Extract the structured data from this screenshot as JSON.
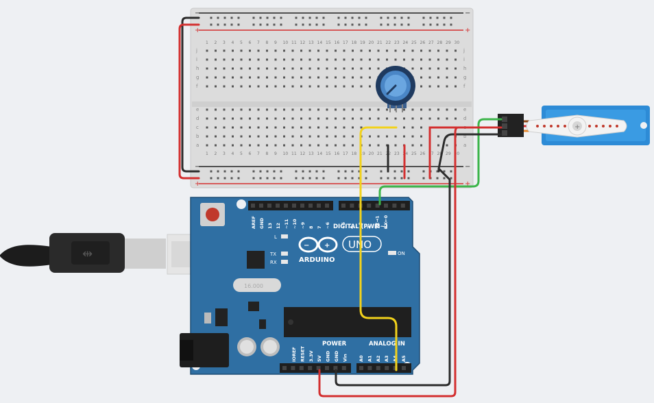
{
  "breadboard": {
    "rail_minus": "−",
    "rail_plus": "+",
    "rows_top": [
      "j",
      "i",
      "h",
      "g",
      "f"
    ],
    "rows_bottom": [
      "e",
      "d",
      "c",
      "b",
      "a"
    ],
    "column_count": 30
  },
  "arduino": {
    "brand": "ARDUINO",
    "model": "UNO",
    "digital_label": "DIGITAL (PWM~)",
    "digital_pins": [
      "AREF",
      "GND",
      "13",
      "12",
      "~11",
      "~10",
      "~9",
      "8",
      "7",
      "~6",
      "~5",
      "4",
      "~3",
      "2",
      "TX→1",
      "RX←0"
    ],
    "power_label": "POWER",
    "power_pins": [
      "IOREF",
      "RESET",
      "3.3V",
      "5V",
      "GND",
      "GND",
      "Vin"
    ],
    "analog_label": "ANALOG IN",
    "analog_pins": [
      "A0",
      "A1",
      "A2",
      "A3",
      "A4",
      "A5"
    ],
    "led_l": "L",
    "led_tx": "TX",
    "led_rx": "RX",
    "led_on": "ON",
    "crystal_label": "16.000"
  },
  "wire_colors": {
    "red": "#d32f2f",
    "black": "#2b2b2b",
    "yellow": "#f2d21b",
    "green": "#3cb54a"
  }
}
